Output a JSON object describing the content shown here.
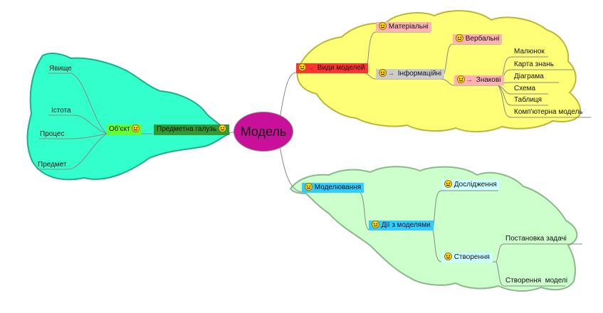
{
  "central": "Модель",
  "left_branch": {
    "domain": "Предметна галузь",
    "object": "Об'єкт",
    "leaves": [
      "Явище",
      "Істота",
      "Процес",
      "Предмет"
    ]
  },
  "top_branch": {
    "root": "Види моделей",
    "material": "Матеріальні",
    "info": "Інформаційні",
    "verbal": "Вербальні",
    "sign": "Знакові",
    "sign_leaves": [
      "Малюнок",
      "Карта знань",
      "Діаграма",
      "Схема",
      "Таблиця",
      "Комп'ютерна модель"
    ]
  },
  "bottom_branch": {
    "modeling": "Моделювання",
    "actions": "Дії з моделями",
    "research": "Дослідження",
    "creation": "Створення",
    "creation_leaves": [
      "Постановка задачі",
      "Створення  моделі"
    ]
  },
  "colors": {
    "left_cloud": "#33ffcc",
    "top_cloud": "#ffff77",
    "bottom_cloud": "#ccffcc",
    "central": "#c8109a",
    "root_red": "#ff3333",
    "domain_green": "#339933",
    "object_green": "#66ff33",
    "pink_tag": "#ffb3b3",
    "grey_tag": "#cccccc",
    "cyan_tag": "#33ccff",
    "light_cyan_tag": "#ccffff"
  },
  "icons": [
    "smiley-icon",
    "red-arrow-icon"
  ]
}
